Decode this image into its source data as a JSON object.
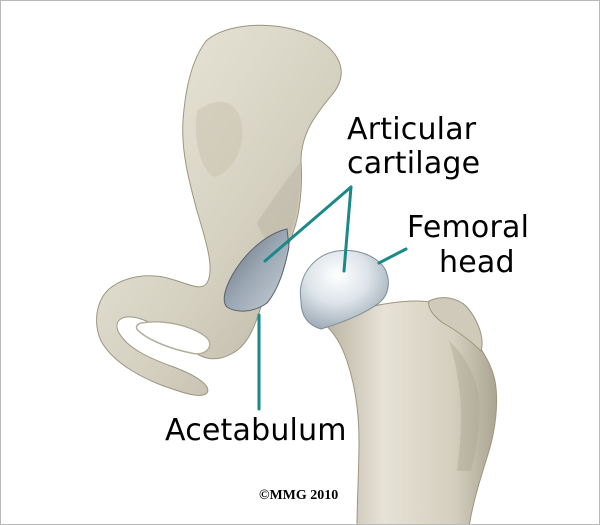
{
  "labels": {
    "articular_line1": "Articular",
    "articular_line2": "cartilage",
    "femoral_line1": "Femoral",
    "femoral_line2": "head",
    "acetabulum": "Acetabulum"
  },
  "copyright": "©MMG 2010",
  "colors": {
    "bone": "#d9d5c6",
    "bone_shadow": "#a9a391",
    "cartilage": "#c8d2da",
    "leader_line": "#1a8a88",
    "border": "#b9b9b9"
  }
}
